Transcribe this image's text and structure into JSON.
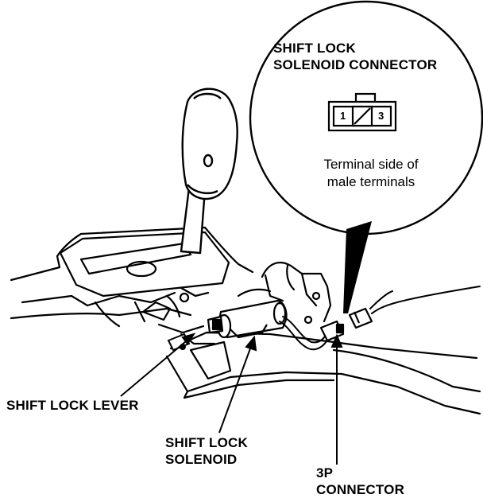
{
  "callout": {
    "title_line1": "SHIFT LOCK",
    "title_line2": "SOLENOID CONNECTOR",
    "pin_left": "1",
    "pin_right": "3",
    "note_line1": "Terminal side of",
    "note_line2": "male terminals"
  },
  "labels": {
    "shift_lock_lever": "SHIFT LOCK LEVER",
    "solenoid_line1": "SHIFT LOCK",
    "solenoid_line2": "SOLENOID",
    "connector_line1": "3P",
    "connector_line2": "CONNECTOR"
  }
}
